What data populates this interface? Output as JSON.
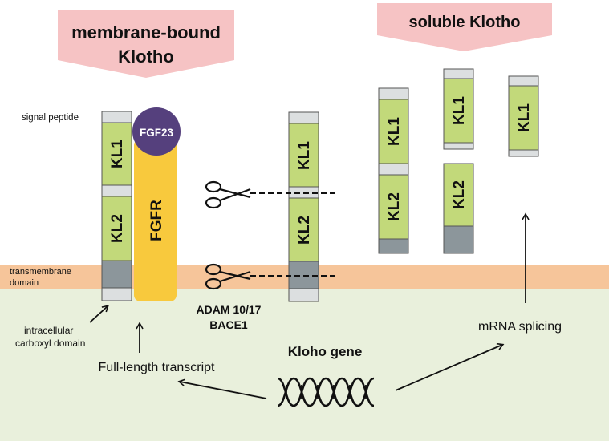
{
  "colors": {
    "membrane": "#f6c59a",
    "cytoplasm": "#e9f0dc",
    "segment_green": "#c2d97a",
    "segment_gray": "#dcdfe0",
    "segment_dark": "#8c969b",
    "banner": "#f6c3c4",
    "fgfr": "#f8c93d",
    "fgf23": "#55407d"
  },
  "titles": {
    "membrane_bound": [
      "membrane-bound",
      "Klotho"
    ],
    "soluble": "soluble Klotho"
  },
  "labels": {
    "signal_peptide": "signal peptide",
    "transmembrane": [
      "transmembrane",
      "domain"
    ],
    "intracellular": [
      "intracellular",
      "carboxyl domain"
    ],
    "fgf23": "FGF23",
    "fgfr": "FGFR",
    "kl1": "KL1",
    "kl2": "KL2",
    "enzymes": [
      "ADAM 10/17",
      "BACE1"
    ],
    "gene": "Kloho gene",
    "full_length": "Full-length transcript",
    "splicing": "mRNA splicing"
  },
  "icons": [
    "scissors-icon",
    "dna-helix-icon",
    "arrow-icon"
  ]
}
